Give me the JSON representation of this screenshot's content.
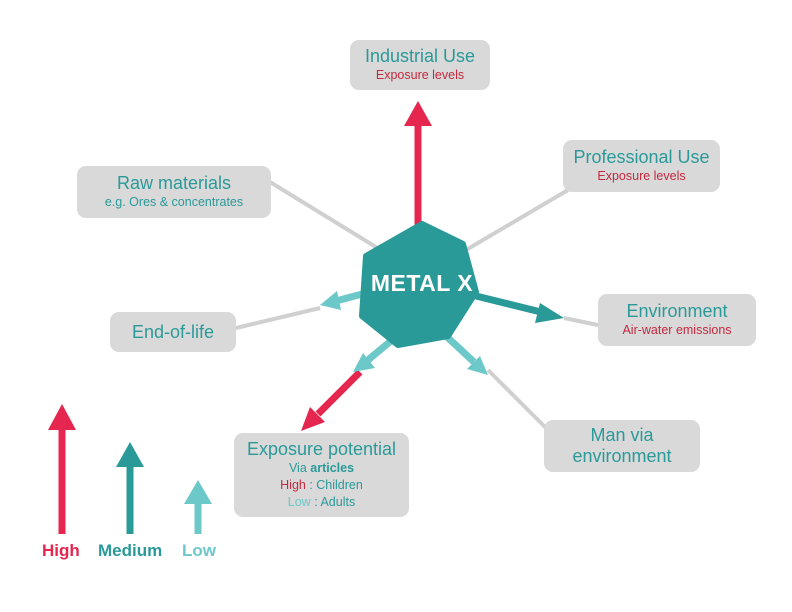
{
  "center": {
    "label": "METAL X"
  },
  "nodes": {
    "industrial": {
      "title": "Industrial Use",
      "sub": "Exposure levels"
    },
    "professional": {
      "title": "Professional Use",
      "sub": "Exposure levels"
    },
    "raw": {
      "title": "Raw materials",
      "sub": "e.g. Ores & concentrates"
    },
    "environment": {
      "title": "Environment",
      "sub": "Air-water emissions"
    },
    "end_of_life": {
      "title": "End-of-life"
    },
    "man_env": {
      "line1": "Man via",
      "line2": "environment"
    },
    "exposure": {
      "title": "Exposure potential",
      "via_prefix": "Via ",
      "via_bold": "articles",
      "high_label": "High",
      "high_rest": " : Children",
      "low_label": "Low",
      "low_rest": " : Adults"
    }
  },
  "legend": {
    "high": "High",
    "medium": "Medium",
    "low": "Low"
  },
  "colors": {
    "high": "#e5264f",
    "medium": "#2a9a99",
    "low": "#6cc8c9",
    "box": "#d9d9d9",
    "connector": "#d0d0d0"
  }
}
